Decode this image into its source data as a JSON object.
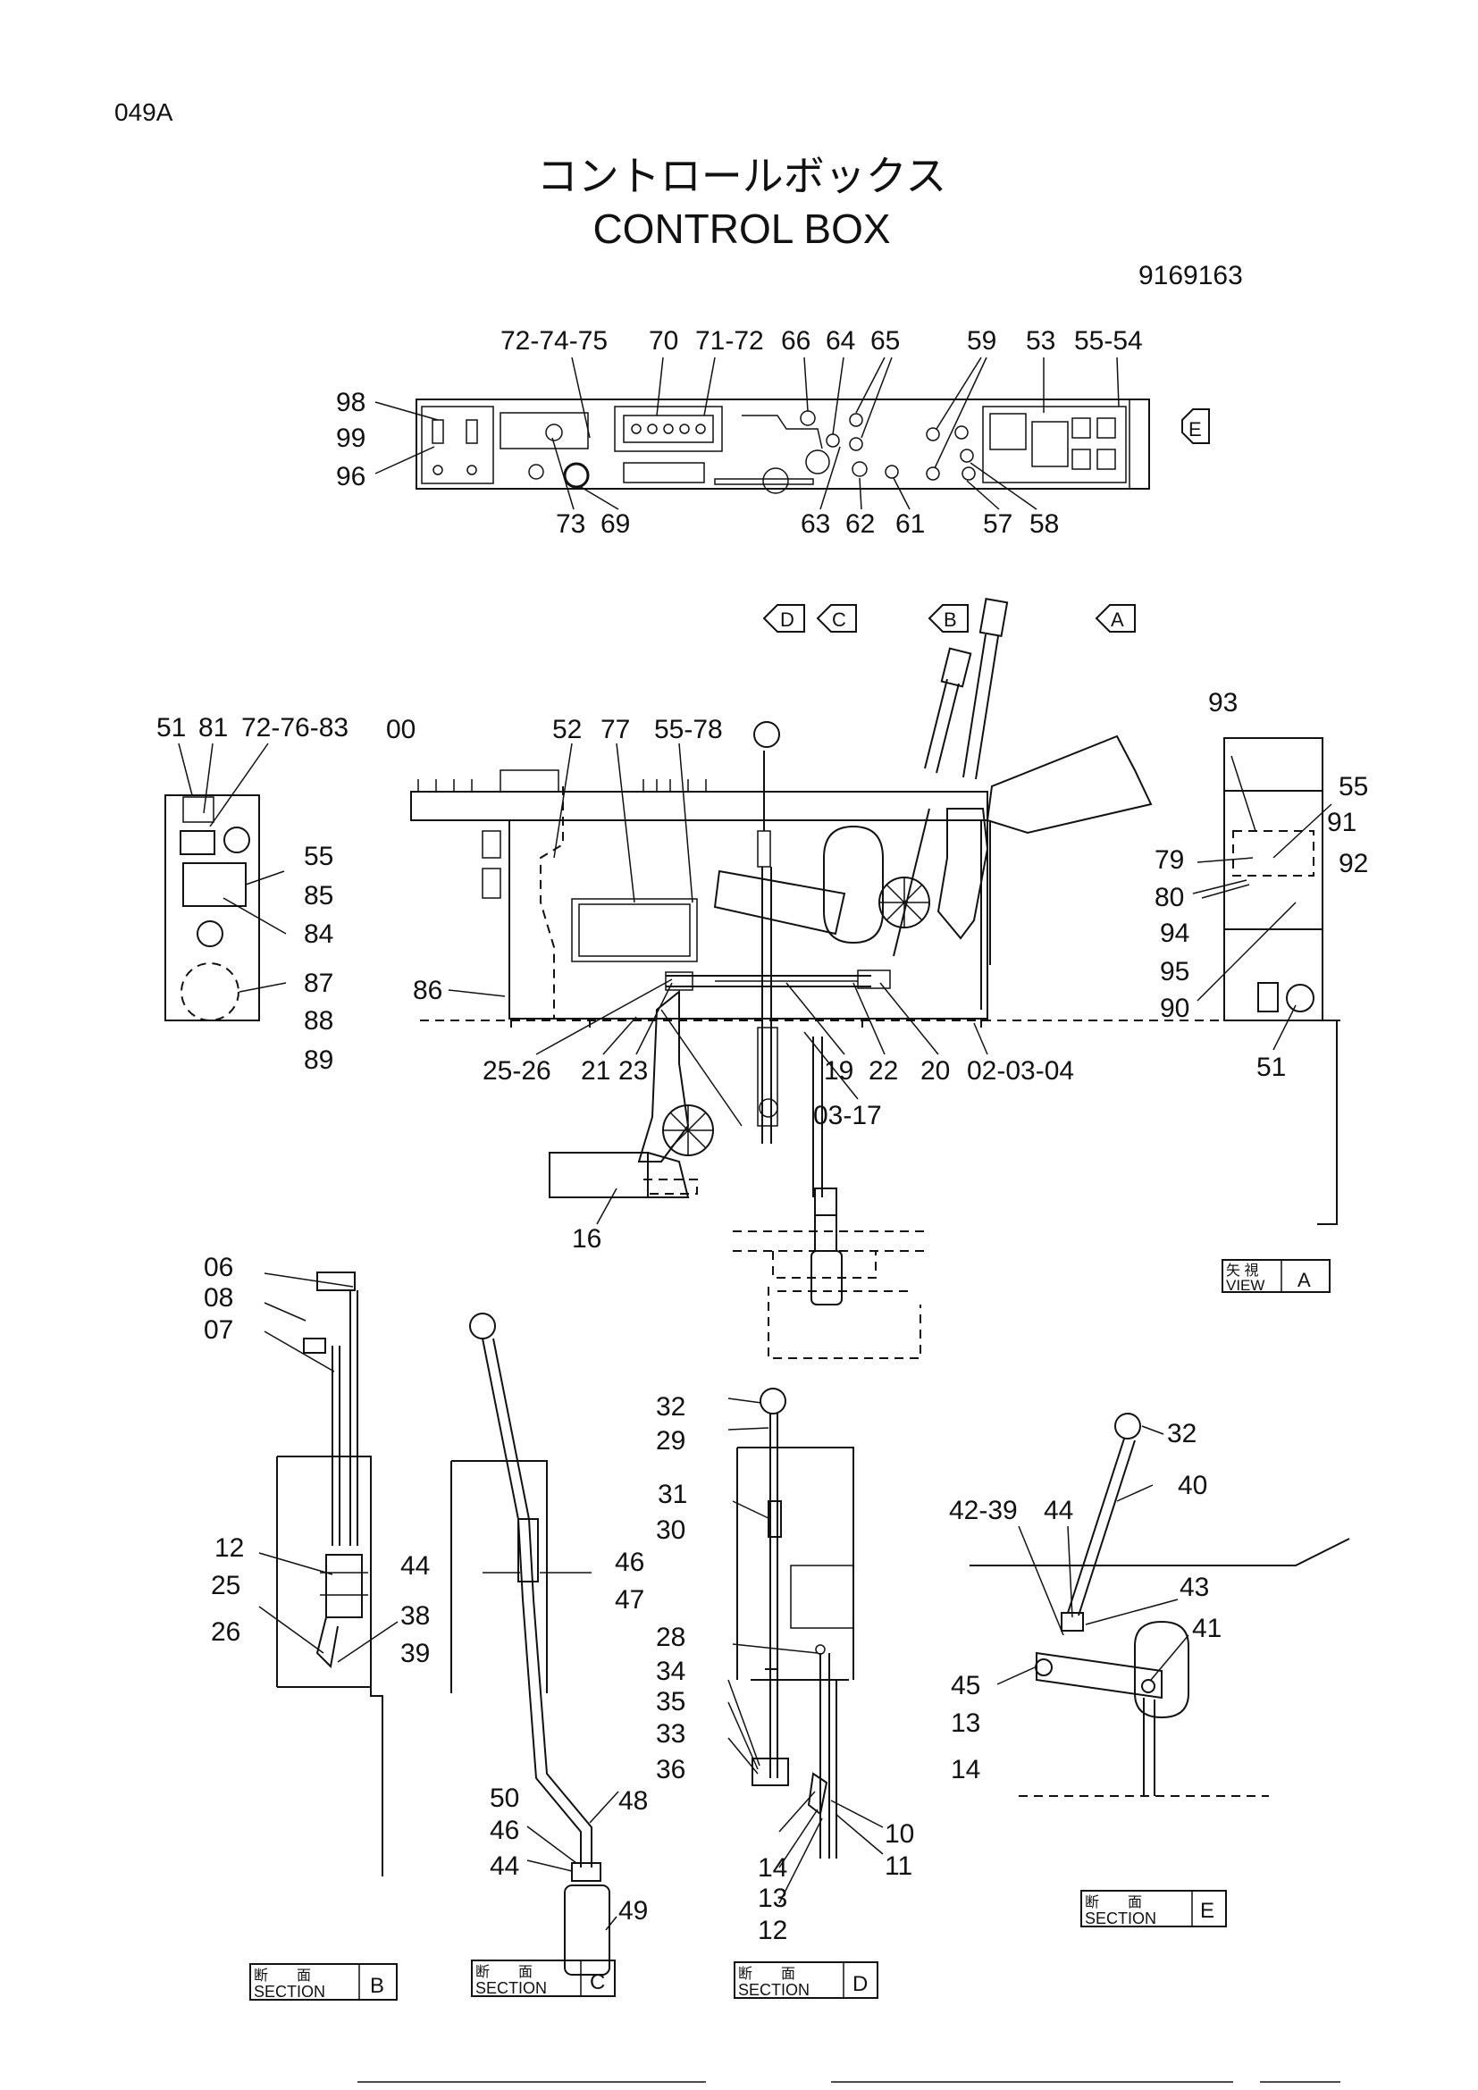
{
  "page_code": "049A",
  "title_ja": "コントロールボックス",
  "title_en": "CONTROL BOX",
  "part_number": "9169163",
  "view_arrows": [
    "D",
    "C",
    "B",
    "A",
    "E"
  ],
  "top_panel_labels": {
    "l1": "72-74-75",
    "l2": "70",
    "l3": "71-72",
    "l4": "66",
    "l5": "64",
    "l6": "65",
    "l7": "59",
    "l8": "53",
    "l9": "55-54",
    "l10": "98",
    "l11": "99",
    "l12": "96",
    "l13": "73",
    "l14": "69",
    "l15": "63",
    "l16": "62",
    "l17": "61",
    "l18": "57",
    "l19": "58"
  },
  "main_view_labels": {
    "l1": "51",
    "l2": "81",
    "l3": "72-76-83",
    "l4": "00",
    "l5": "52",
    "l6": "77",
    "l7": "55-78",
    "l8": "55",
    "l9": "85",
    "l10": "84",
    "l11": "87",
    "l12": "88",
    "l13": "89",
    "l14": "86",
    "l15": "25-26",
    "l16": "21",
    "l17": "23",
    "l18": "19",
    "l19": "22",
    "l20": "20",
    "l21": "02-03-04",
    "l22": "03-17",
    "l23": "16"
  },
  "view_a_labels": {
    "l1": "93",
    "l2": "55",
    "l3": "91",
    "l4": "92",
    "l5": "79",
    "l6": "80",
    "l7": "94",
    "l8": "95",
    "l9": "90",
    "l10": "51"
  },
  "section_b_labels": {
    "l1": "06",
    "l2": "08",
    "l3": "07",
    "l4": "12",
    "l5": "25",
    "l6": "26",
    "l7": "38",
    "l8": "39"
  },
  "section_c_labels": {
    "l1": "44",
    "l2": "46",
    "l3": "47",
    "l4": "50",
    "l5": "46",
    "l6": "48",
    "l7": "44",
    "l8": "49"
  },
  "section_d_labels": {
    "l1": "32",
    "l2": "29",
    "l3": "31",
    "l4": "30",
    "l5": "28",
    "l6": "34",
    "l7": "35",
    "l8": "33",
    "l9": "36",
    "l10": "14",
    "l11": "13",
    "l12": "12",
    "l13": "10",
    "l14": "11"
  },
  "section_e_labels": {
    "l1": "32",
    "l2": "40",
    "l3": "42-39",
    "l4": "44",
    "l5": "43",
    "l6": "41",
    "l7": "45",
    "l8": "13",
    "l9": "14"
  },
  "view_tags": {
    "view_a_ja": "矢 視",
    "view_a_en": "VIEW",
    "view_a_id": "A",
    "sec_ja": "断　　面",
    "sec_en": "SECTION",
    "sec_b": "B",
    "sec_c": "C",
    "sec_d": "D",
    "sec_e": "E"
  }
}
